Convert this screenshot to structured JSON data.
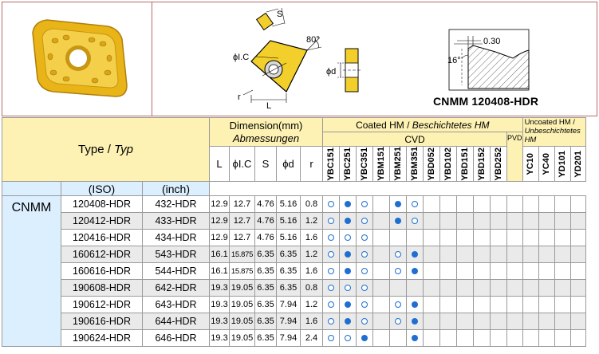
{
  "diagram": {
    "label_S": "S",
    "label_angle": "80°",
    "label_IC": "ϕI.C",
    "label_r": "r",
    "label_L": "L",
    "label_d": "ϕd",
    "label_edge": "0.30",
    "label_edge_angle": "16°",
    "model_title": "CNMM  120408-HDR"
  },
  "colors": {
    "header_yellow": "#fdf2b3",
    "row_gray": "#eaeaea",
    "type_blue": "#dcefff",
    "marker_blue": "#1e6fd0",
    "insert_gold": "#e8b417",
    "frame_red": "#b86a6a"
  },
  "table": {
    "type_header": {
      "en": "Type /",
      "de": "Typ"
    },
    "dimension_header": {
      "en": "Dimension(mm)",
      "de": "Abmessungen"
    },
    "coated_header": {
      "en": "Coated HM /",
      "de": "Beschichtetes HM"
    },
    "cvd_label": "CVD",
    "pvd_label": "PVD",
    "uncoated_header": {
      "en": "Uncoated HM /",
      "de": "Unbeschichtetes HM"
    },
    "iso_label": "(ISO)",
    "inch_label": "(inch)",
    "dimension_columns": [
      "L",
      "ϕI.C",
      "S",
      "ϕd",
      "r"
    ],
    "grades_cvd": [
      "YBC151",
      "YBC251",
      "YBC351",
      "YBM151",
      "YBM251",
      "YBM351",
      "YBD052",
      "YBD102",
      "YBD151",
      "YBD152",
      "YBD252"
    ],
    "grades_pvd": [
      ""
    ],
    "grades_uncoated": [
      "YC10",
      "YC40",
      "YD101",
      "YD201"
    ],
    "family": "CNMM",
    "rows": [
      {
        "iso": "120408-HDR",
        "inch": "432-HDR",
        "L": "12.9",
        "IC": "12.7",
        "S": "4.76",
        "d": "5.16",
        "r": "0.8",
        "marks": [
          "o",
          "f",
          "o",
          "",
          "f",
          "o",
          "",
          "",
          "",
          "",
          "",
          "",
          "",
          "",
          "",
          ""
        ]
      },
      {
        "iso": "120412-HDR",
        "inch": "433-HDR",
        "L": "12.9",
        "IC": "12.7",
        "S": "4.76",
        "d": "5.16",
        "r": "1.2",
        "marks": [
          "o",
          "f",
          "o",
          "",
          "f",
          "o",
          "",
          "",
          "",
          "",
          "",
          "",
          "",
          "",
          "",
          ""
        ]
      },
      {
        "iso": "120416-HDR",
        "inch": "434-HDR",
        "L": "12.9",
        "IC": "12.7",
        "S": "4.76",
        "d": "5.16",
        "r": "1.6",
        "marks": [
          "o",
          "o",
          "o",
          "",
          "",
          "",
          "",
          "",
          "",
          "",
          "",
          "",
          "",
          "",
          "",
          ""
        ]
      },
      {
        "iso": "160612-HDR",
        "inch": "543-HDR",
        "L": "16.1",
        "IC": "15.875",
        "S": "6.35",
        "d": "6.35",
        "r": "1.2",
        "marks": [
          "o",
          "f",
          "o",
          "",
          "o",
          "f",
          "",
          "",
          "",
          "",
          "",
          "",
          "",
          "",
          "",
          ""
        ]
      },
      {
        "iso": "160616-HDR",
        "inch": "544-HDR",
        "L": "16.1",
        "IC": "15.875",
        "S": "6.35",
        "d": "6.35",
        "r": "1.6",
        "marks": [
          "o",
          "f",
          "o",
          "",
          "o",
          "f",
          "",
          "",
          "",
          "",
          "",
          "",
          "",
          "",
          "",
          ""
        ]
      },
      {
        "iso": "190608-HDR",
        "inch": "642-HDR",
        "L": "19.3",
        "IC": "19.05",
        "S": "6.35",
        "d": "6.35",
        "r": "0.8",
        "marks": [
          "o",
          "o",
          "o",
          "",
          "",
          "",
          "",
          "",
          "",
          "",
          "",
          "",
          "",
          "",
          "",
          ""
        ]
      },
      {
        "iso": "190612-HDR",
        "inch": "643-HDR",
        "L": "19.3",
        "IC": "19.05",
        "S": "6.35",
        "d": "7.94",
        "r": "1.2",
        "marks": [
          "o",
          "f",
          "o",
          "",
          "o",
          "f",
          "",
          "",
          "",
          "",
          "",
          "",
          "",
          "",
          "",
          ""
        ]
      },
      {
        "iso": "190616-HDR",
        "inch": "644-HDR",
        "L": "19.3",
        "IC": "19.05",
        "S": "6.35",
        "d": "7.94",
        "r": "1.6",
        "marks": [
          "o",
          "f",
          "o",
          "",
          "o",
          "f",
          "",
          "",
          "",
          "",
          "",
          "",
          "",
          "",
          "",
          ""
        ]
      },
      {
        "iso": "190624-HDR",
        "inch": "646-HDR",
        "L": "19.3",
        "IC": "19.05",
        "S": "6.35",
        "d": "7.94",
        "r": "2.4",
        "marks": [
          "o",
          "o",
          "f",
          "",
          "",
          "f",
          "",
          "",
          "",
          "",
          "",
          "",
          "",
          "",
          "",
          ""
        ]
      }
    ]
  }
}
